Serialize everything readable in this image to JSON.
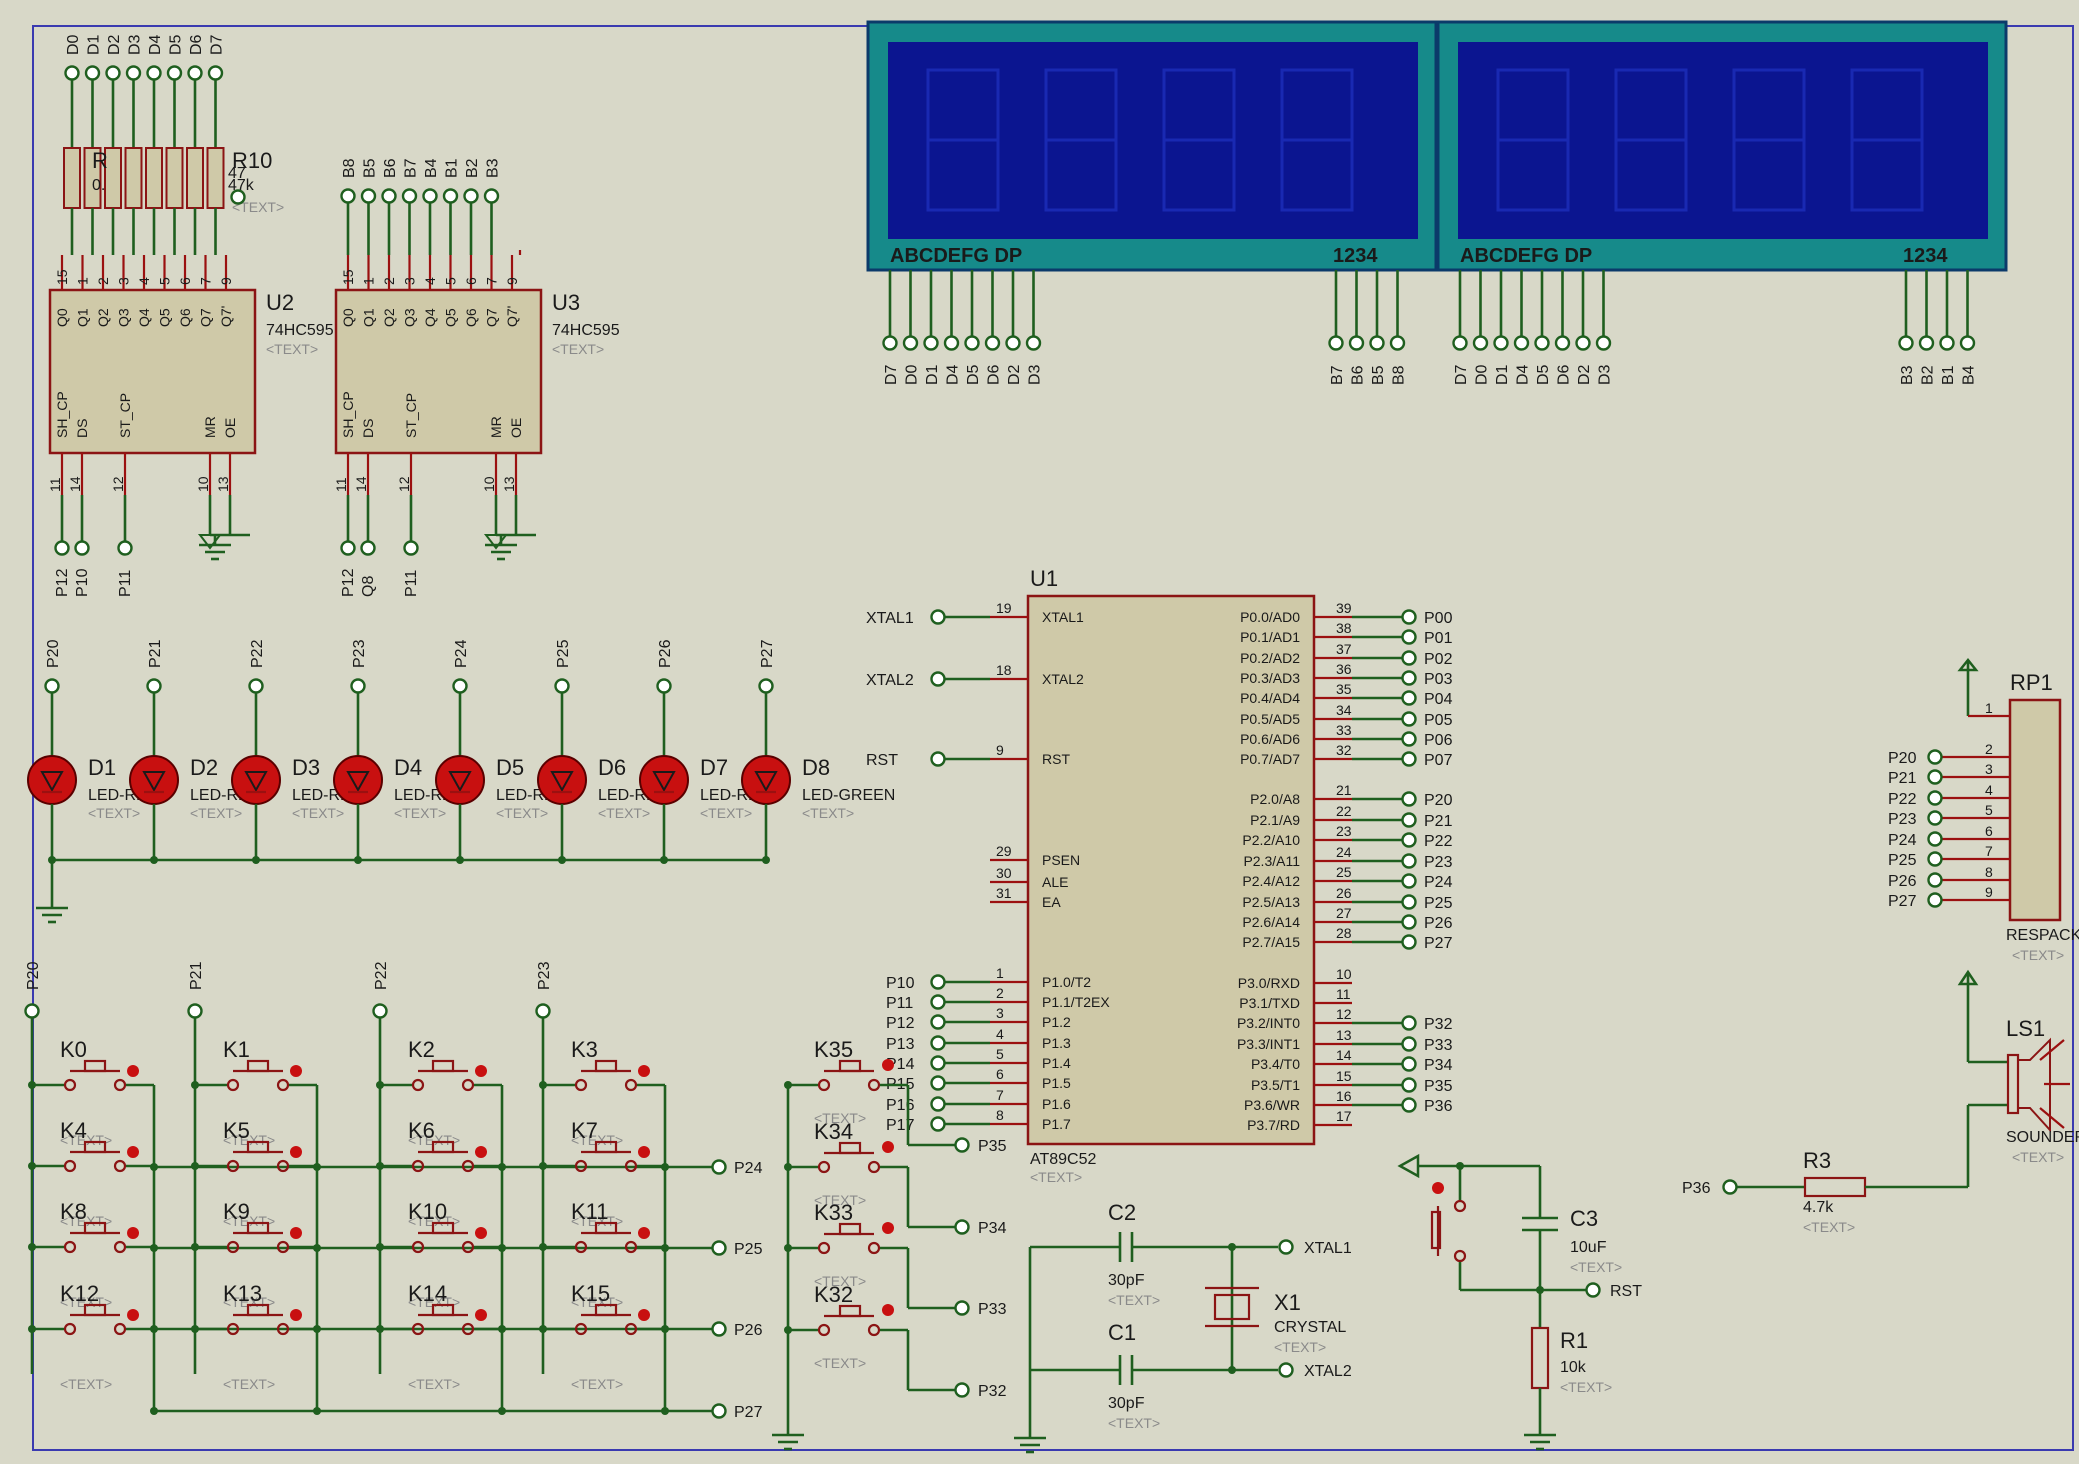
{
  "placeholder": "<TEXT>",
  "shift_registers": [
    {
      "ref": "U2",
      "type": "74HC595",
      "inputs": [
        "P12",
        "P10",
        "P11"
      ]
    },
    {
      "ref": "U3",
      "type": "74HC595",
      "inputs": [
        "P12",
        "Q8",
        "P11"
      ]
    }
  ],
  "sr_pins": {
    "q_names": [
      "Q0",
      "Q1",
      "Q2",
      "Q3",
      "Q4",
      "Q5",
      "Q6",
      "Q7",
      "Q7'"
    ],
    "q_nums": [
      "15",
      "1",
      "2",
      "3",
      "4",
      "5",
      "6",
      "7",
      "9"
    ],
    "ctrl_names": [
      "SH_CP",
      "DS",
      "ST_CP",
      "MR",
      "OE"
    ],
    "ctrl_nums": [
      "11",
      "14",
      "12",
      "10",
      "13"
    ]
  },
  "resistor_net": {
    "ref": "R10",
    "value": "47k",
    "pins": [
      "D0",
      "D1",
      "D2",
      "D3",
      "D4",
      "D5",
      "D6",
      "D7"
    ],
    "inner_labels": [
      "R",
      "0.",
      "47"
    ]
  },
  "u3_pins": [
    "B8",
    "B5",
    "B6",
    "B7",
    "B4",
    "B1",
    "B2",
    "B3"
  ],
  "displays": [
    {
      "segments": "ABCDEFG DP",
      "digits": "1234",
      "seg_pins": [
        "D7",
        "D0",
        "D1",
        "D4",
        "D5",
        "D6",
        "D2",
        "D3"
      ],
      "digit_pins": [
        "B7",
        "B6",
        "B5",
        "B8"
      ]
    },
    {
      "segments": "ABCDEFG DP",
      "digits": "1234",
      "seg_pins": [
        "D7",
        "D0",
        "D1",
        "D4",
        "D5",
        "D6",
        "D2",
        "D3"
      ],
      "digit_pins": [
        "B3",
        "B2",
        "B1",
        "B4"
      ]
    }
  ],
  "leds": [
    {
      "ref": "D1",
      "type": "LED-RED",
      "net": "P20"
    },
    {
      "ref": "D2",
      "type": "LED-RED",
      "net": "P21"
    },
    {
      "ref": "D3",
      "type": "LED-RED",
      "net": "P22"
    },
    {
      "ref": "D4",
      "type": "LED-RED",
      "net": "P23"
    },
    {
      "ref": "D5",
      "type": "LED-RED",
      "net": "P24"
    },
    {
      "ref": "D6",
      "type": "LED-RED",
      "net": "P25"
    },
    {
      "ref": "D7",
      "type": "LED-RED",
      "net": "P26"
    },
    {
      "ref": "D8",
      "type": "LED-GREEN",
      "net": "P27"
    }
  ],
  "mcu": {
    "ref": "U1",
    "type": "AT89C52",
    "left_pins": [
      {
        "num": "19",
        "name": "XTAL1",
        "net": "XTAL1"
      },
      {
        "num": "18",
        "name": "XTAL2",
        "net": "XTAL2"
      },
      {
        "num": "9",
        "name": "RST",
        "net": "RST"
      },
      {
        "num": "29",
        "name": "PSEN",
        "net": ""
      },
      {
        "num": "30",
        "name": "ALE",
        "net": ""
      },
      {
        "num": "31",
        "name": "EA",
        "net": ""
      },
      {
        "num": "1",
        "name": "P1.0/T2",
        "net": "P10"
      },
      {
        "num": "2",
        "name": "P1.1/T2EX",
        "net": "P11"
      },
      {
        "num": "3",
        "name": "P1.2",
        "net": "P12"
      },
      {
        "num": "4",
        "name": "P1.3",
        "net": "P13"
      },
      {
        "num": "5",
        "name": "P1.4",
        "net": "P14"
      },
      {
        "num": "6",
        "name": "P1.5",
        "net": "P15"
      },
      {
        "num": "7",
        "name": "P1.6",
        "net": "P16"
      },
      {
        "num": "8",
        "name": "P1.7",
        "net": "P17"
      }
    ],
    "right_pins": [
      {
        "num": "39",
        "name": "P0.0/AD0",
        "net": "P00"
      },
      {
        "num": "38",
        "name": "P0.1/AD1",
        "net": "P01"
      },
      {
        "num": "37",
        "name": "P0.2/AD2",
        "net": "P02"
      },
      {
        "num": "36",
        "name": "P0.3/AD3",
        "net": "P03"
      },
      {
        "num": "35",
        "name": "P0.4/AD4",
        "net": "P04"
      },
      {
        "num": "34",
        "name": "P0.5/AD5",
        "net": "P05"
      },
      {
        "num": "33",
        "name": "P0.6/AD6",
        "net": "P06"
      },
      {
        "num": "32",
        "name": "P0.7/AD7",
        "net": "P07"
      },
      {
        "num": "21",
        "name": "P2.0/A8",
        "net": "P20"
      },
      {
        "num": "22",
        "name": "P2.1/A9",
        "net": "P21"
      },
      {
        "num": "23",
        "name": "P2.2/A10",
        "net": "P22"
      },
      {
        "num": "24",
        "name": "P2.3/A11",
        "net": "P23"
      },
      {
        "num": "25",
        "name": "P2.4/A12",
        "net": "P24"
      },
      {
        "num": "26",
        "name": "P2.5/A13",
        "net": "P25"
      },
      {
        "num": "27",
        "name": "P2.6/A14",
        "net": "P26"
      },
      {
        "num": "28",
        "name": "P2.7/A15",
        "net": "P27"
      },
      {
        "num": "10",
        "name": "P3.0/RXD",
        "net": ""
      },
      {
        "num": "11",
        "name": "P3.1/TXD",
        "net": ""
      },
      {
        "num": "12",
        "name": "P3.2/INT0",
        "net": "P32"
      },
      {
        "num": "13",
        "name": "P3.3/INT1",
        "net": "P33"
      },
      {
        "num": "14",
        "name": "P3.4/T0",
        "net": "P34"
      },
      {
        "num": "15",
        "name": "P3.5/T1",
        "net": "P35"
      },
      {
        "num": "16",
        "name": "P3.6/WR",
        "net": "P36"
      },
      {
        "num": "17",
        "name": "P3.7/RD",
        "net": ""
      }
    ]
  },
  "keypad": {
    "col_nets": [
      "P20",
      "P21",
      "P22",
      "P23"
    ],
    "row_nets": [
      "P24",
      "P25",
      "P26",
      "P27"
    ],
    "keys": [
      "K0",
      "K1",
      "K2",
      "K3",
      "K4",
      "K5",
      "K6",
      "K7",
      "K8",
      "K9",
      "K10",
      "K11",
      "K12",
      "K13",
      "K14",
      "K15"
    ]
  },
  "side_keys": [
    {
      "ref": "K35",
      "net": "P35"
    },
    {
      "ref": "K34",
      "net": "P34"
    },
    {
      "ref": "K33",
      "net": "P33"
    },
    {
      "ref": "K32",
      "net": "P32"
    }
  ],
  "oscillator": {
    "c2": {
      "ref": "C2",
      "value": "30pF"
    },
    "c1": {
      "ref": "C1",
      "value": "30pF"
    },
    "x1": {
      "ref": "X1",
      "value": "CRYSTAL"
    },
    "net1": "XTAL1",
    "net2": "XTAL2"
  },
  "reset": {
    "c3": {
      "ref": "C3",
      "value": "10uF"
    },
    "r1": {
      "ref": "R1",
      "value": "10k"
    },
    "net": "RST"
  },
  "resistor_pack": {
    "ref": "RP1",
    "value": "RESPACK",
    "pin_nums": [
      "1",
      "2",
      "3",
      "4",
      "5",
      "6",
      "7",
      "8",
      "9"
    ],
    "nets": [
      "P20",
      "P21",
      "P22",
      "P23",
      "P24",
      "P25",
      "P26",
      "P27"
    ]
  },
  "buzzer": {
    "r3": {
      "ref": "R3",
      "value": "4.7k"
    },
    "ls1": {
      "ref": "LS1",
      "value": "SOUNDER"
    },
    "net": "P36"
  },
  "colors": {
    "wire": "#1f5f1f",
    "pin": "#9b1010",
    "body": "#cfc9a8",
    "display_frame": "#168a8a",
    "display_face": "#0b1590",
    "background": "#d8d8c8",
    "led": "#c81010"
  }
}
